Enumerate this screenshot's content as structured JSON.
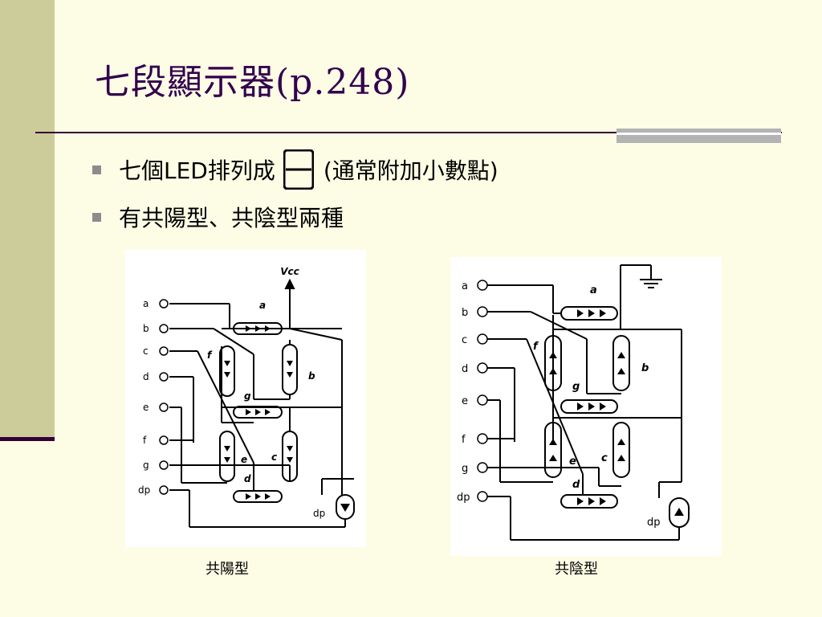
{
  "slide": {
    "title": "七段顯示器(p.248)",
    "bullets": [
      {
        "before": "七個LED排列成",
        "after": "(通常附加小數點)"
      },
      {
        "text": "有共陽型、共陰型兩種"
      }
    ]
  },
  "anode_figure": {
    "caption": "共陽型",
    "supply_label": "Vcc",
    "pins": [
      "a",
      "b",
      "c",
      "d",
      "e",
      "f",
      "g",
      "dp"
    ],
    "segment_labels": [
      "a",
      "b",
      "c",
      "d",
      "e",
      "f",
      "g",
      "dp"
    ]
  },
  "cathode_figure": {
    "caption": "共陰型",
    "pins": [
      "a",
      "b",
      "c",
      "d",
      "e",
      "f",
      "g",
      "dp"
    ],
    "segment_labels": [
      "a",
      "b",
      "c",
      "d",
      "e",
      "f",
      "g",
      "dp"
    ]
  },
  "colors": {
    "background": "#fdfde6",
    "sidebar": "#cccc9a",
    "title": "#33004d",
    "rule": "#330033"
  }
}
